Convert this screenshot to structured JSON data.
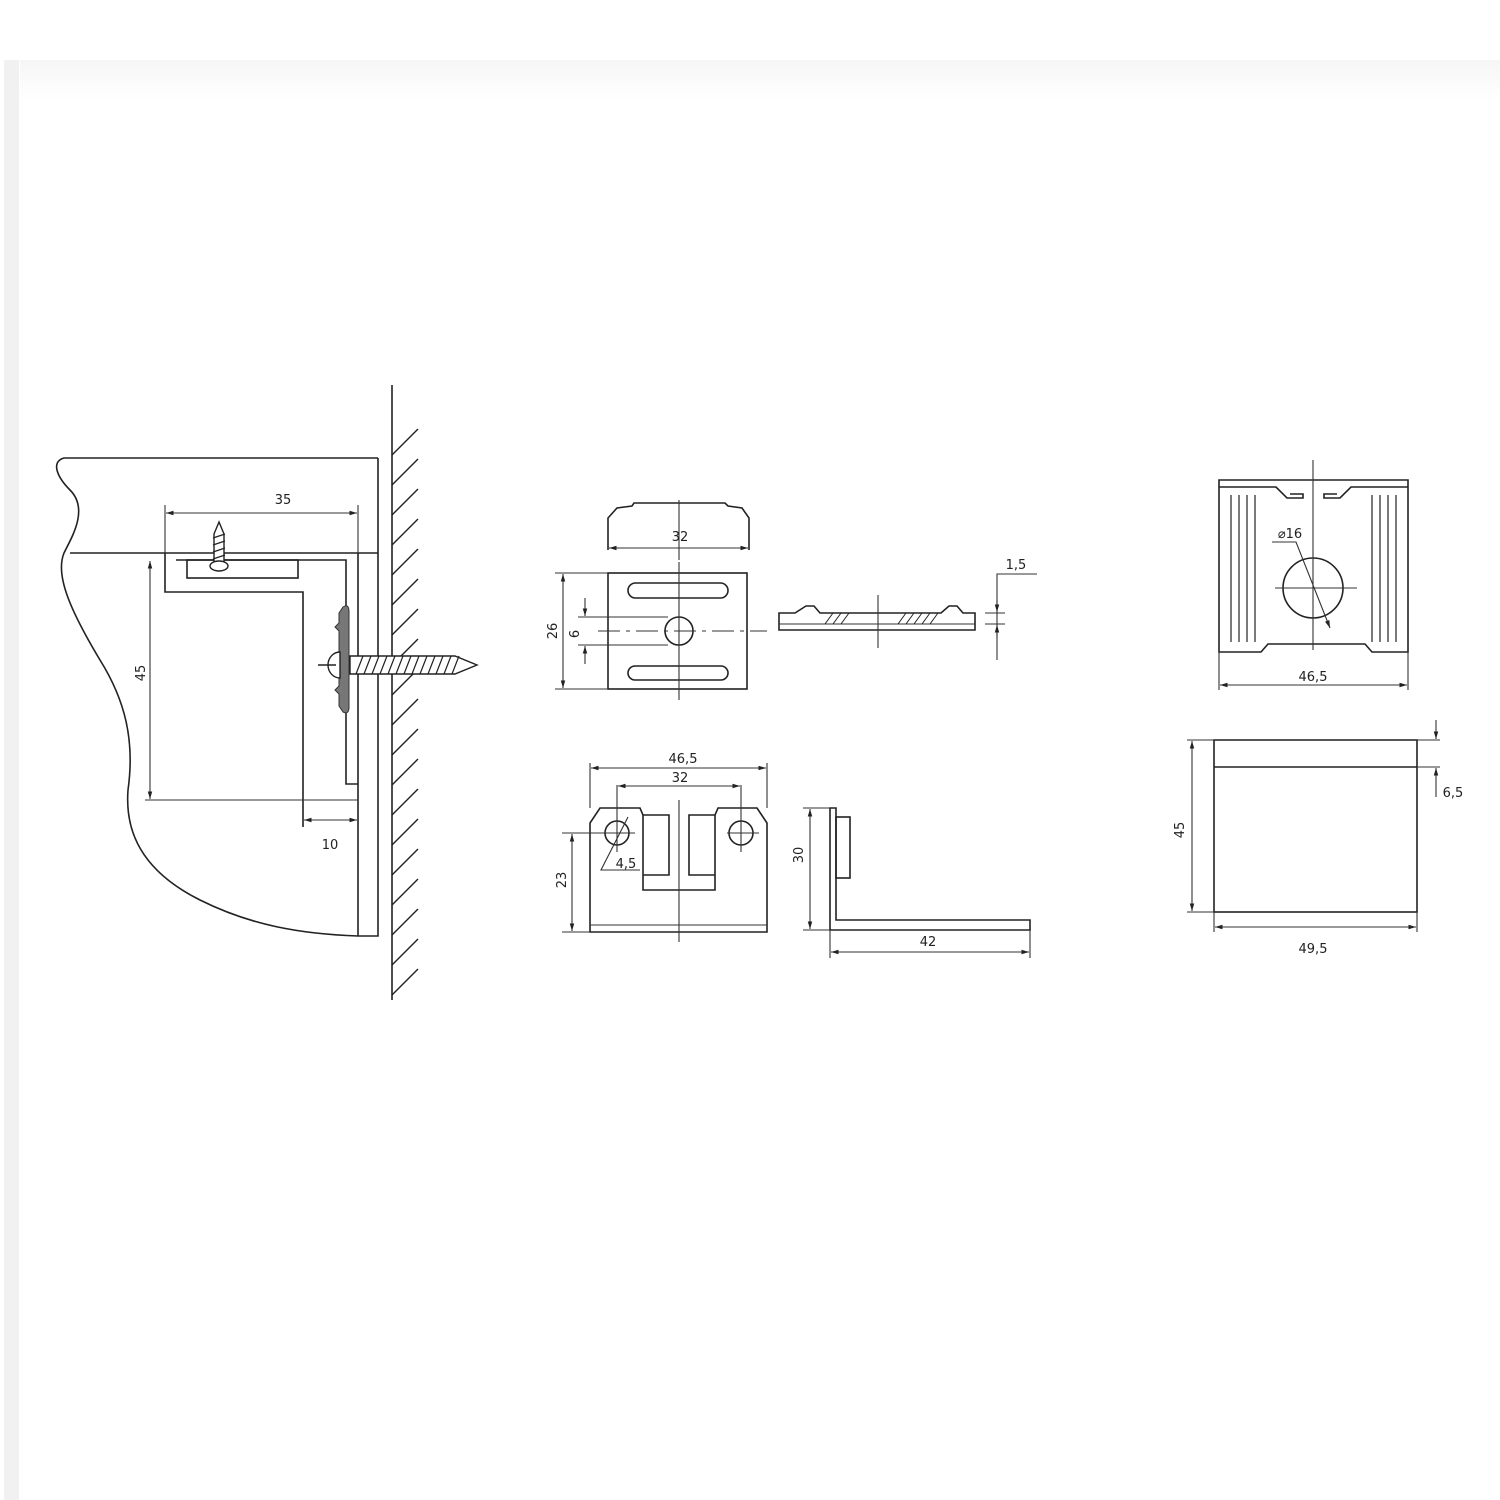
{
  "drawing": {
    "installation_view": {
      "width_35": "35",
      "height_45": "45",
      "offset_10": "10"
    },
    "plate_views": {
      "top_width_32": "32",
      "height_26": "26",
      "slot_6": "6",
      "thickness_1_5": "1,5"
    },
    "bracket_views": {
      "width_46_5": "46,5",
      "hole_spacing_32": "32",
      "hole_dia_4_5": "4,5",
      "hole_height_23": "23",
      "height_30": "30",
      "depth_42": "42"
    },
    "housing_views": {
      "hole_dia_16": "⌀16",
      "width_46_5": "46,5",
      "height_45": "45",
      "lip_6_5": "6,5",
      "width_49_5": "49,5"
    }
  }
}
